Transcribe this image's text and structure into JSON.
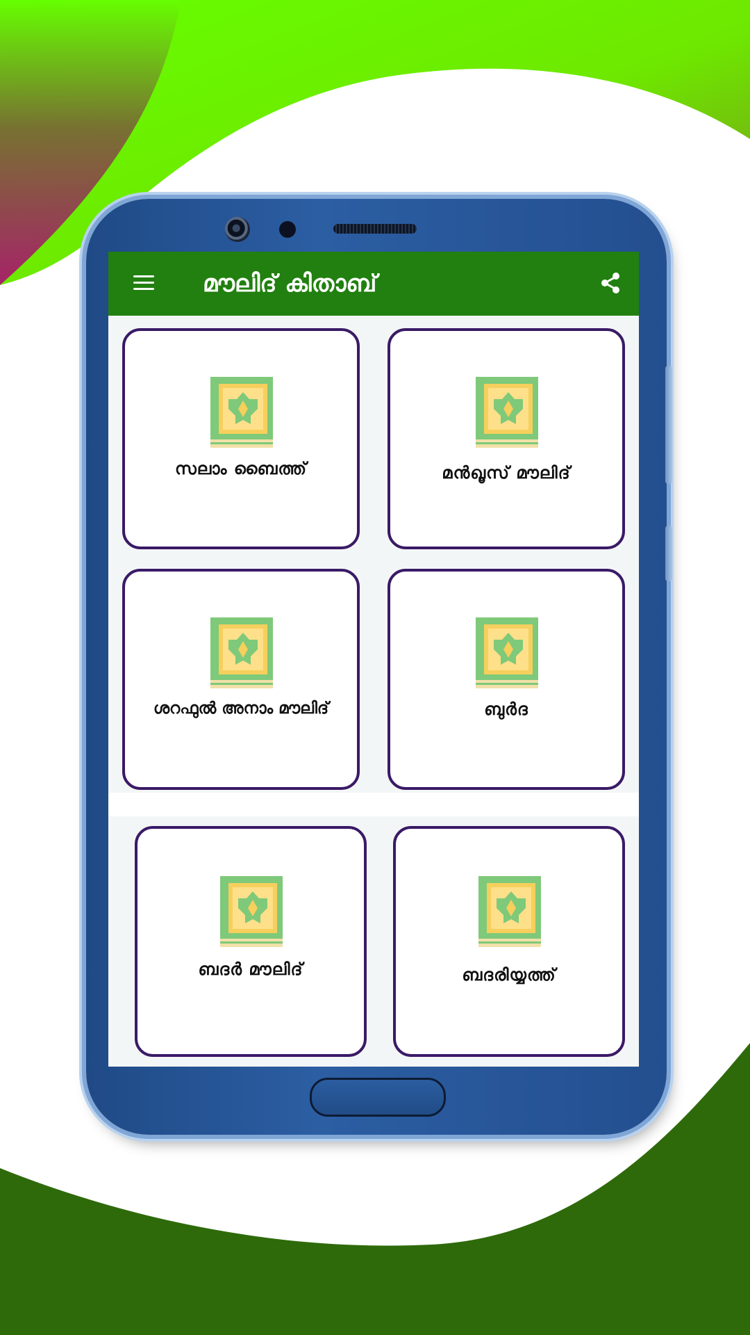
{
  "app": {
    "title": "മൗലിദ് കിതാബ്"
  },
  "icons": {
    "menu": "menu-icon",
    "share": "share-icon",
    "book": "book-icon"
  },
  "colors": {
    "appbar": "#21800f",
    "card_border": "#3a1a66",
    "bg_top_green": "#66ff00",
    "bg_magenta": "#b0007a",
    "bg_bottom_green": "#2e6a0a"
  },
  "books": [
    {
      "label": "സലാം ബൈത്ത്"
    },
    {
      "label": "മൻഖൂസ് മൗലിദ്"
    },
    {
      "label": "ശറഫുൽ അനാം മൗലിദ്"
    },
    {
      "label": "ബുർദ"
    },
    {
      "label": "ബദർ മൗലിദ്"
    },
    {
      "label": "ബദരിയ്യത്ത്"
    }
  ]
}
